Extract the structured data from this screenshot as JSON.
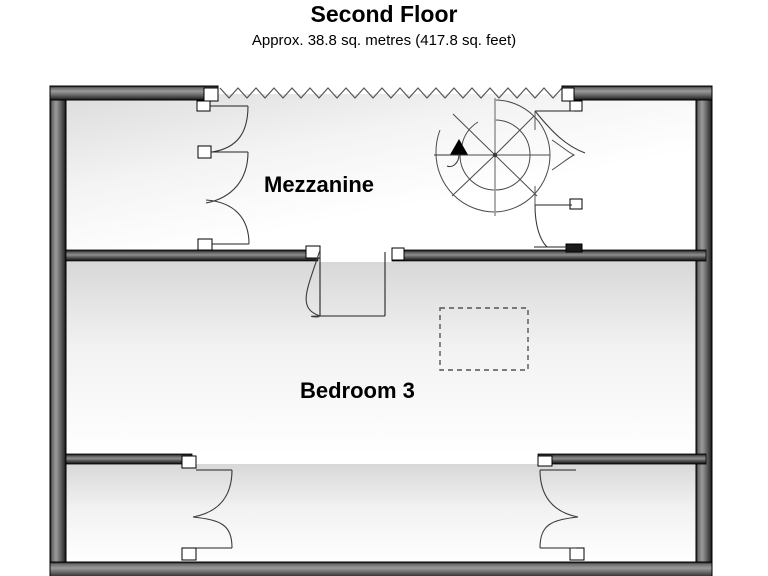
{
  "header": {
    "title": "Second Floor",
    "subtitle": "Approx. 38.8 sq. metres (417.8 sq. feet)"
  },
  "floorplan": {
    "rooms": [
      {
        "id": "mezzanine",
        "label": "Mezzanine"
      },
      {
        "id": "bedroom-3",
        "label": "Bedroom 3"
      }
    ],
    "features": {
      "spiral_staircase": "spiral-staircase",
      "stair_direction_arrow": "up-arrow",
      "open_edge_balustrade": "zigzag-open-edge",
      "void_outline": "dashed-rectangle"
    },
    "colors": {
      "wall_dark": "#1a1a1a",
      "wall_mid": "#666666",
      "wall_light": "#b3b3b3",
      "floor_fill": "#ffffff",
      "floor_shade": "#e8e8e8",
      "line": "#333333",
      "text": "#000000"
    }
  }
}
